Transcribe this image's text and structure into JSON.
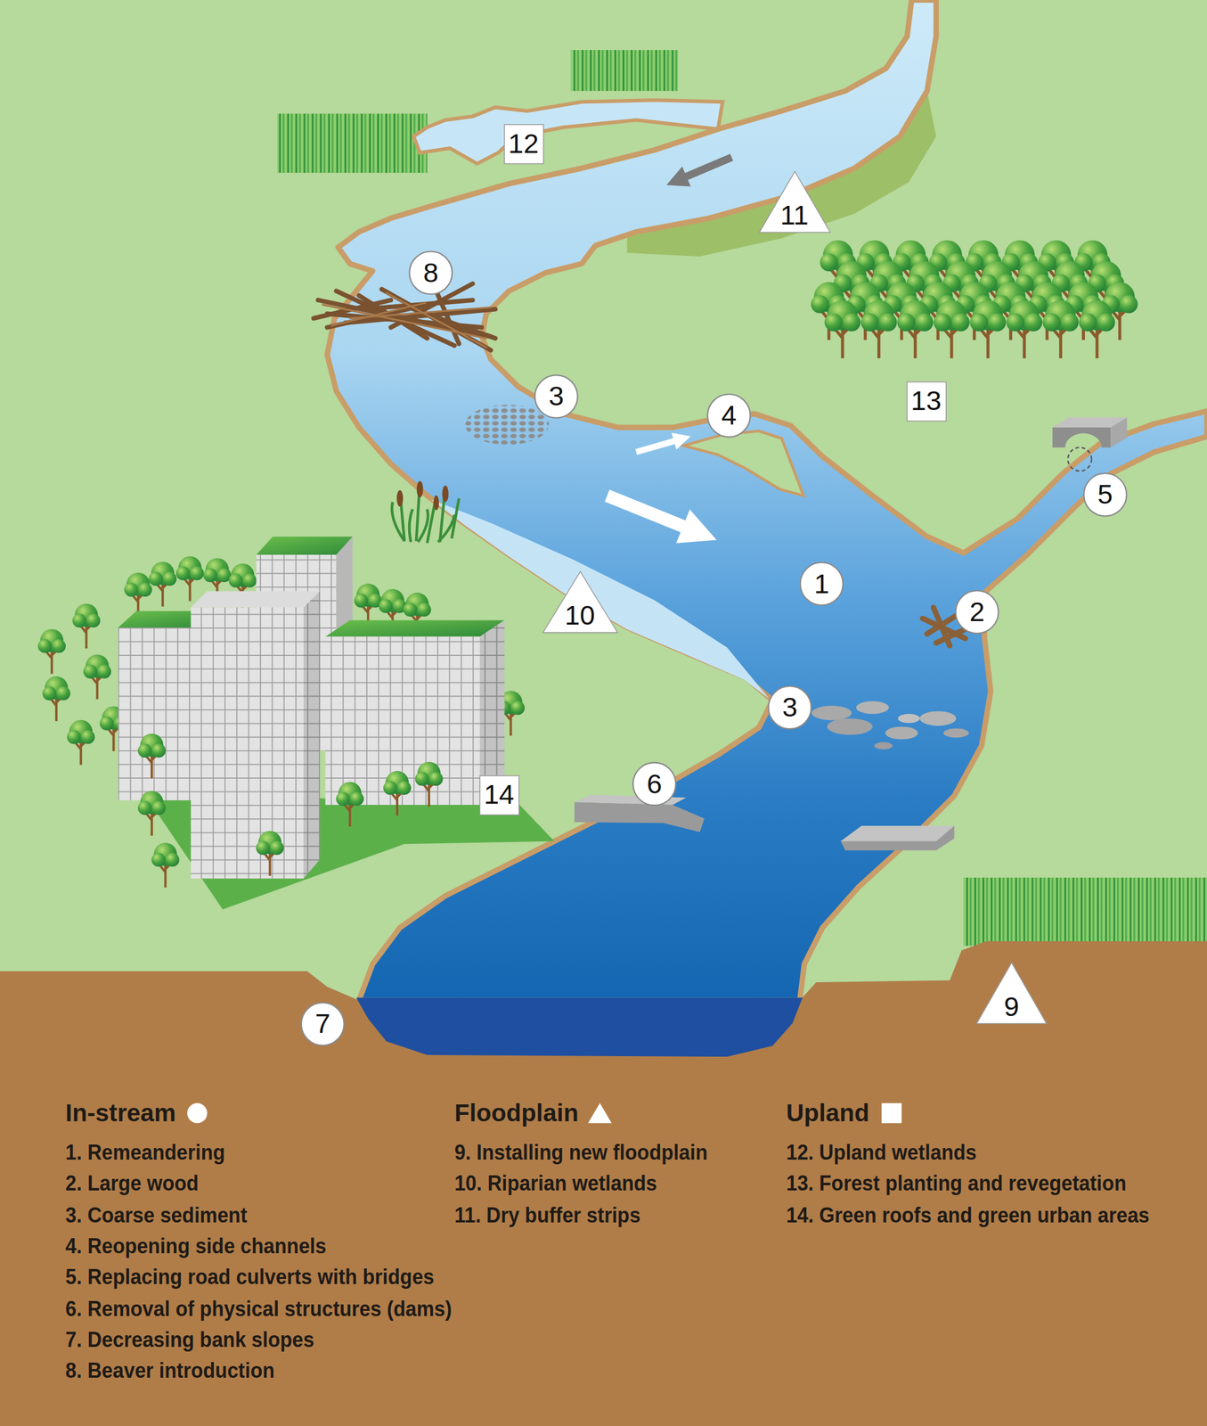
{
  "diagram": {
    "nodes": [
      {
        "text": [
          "12"
        ]
      },
      {
        "text": [
          "11"
        ]
      },
      {
        "text": [
          "8"
        ]
      },
      {
        "text": [
          "3"
        ]
      },
      {
        "text": [
          "4"
        ]
      },
      {
        "text": [
          "13"
        ]
      },
      {
        "text": [
          "5"
        ]
      },
      {
        "text": [
          "1"
        ]
      },
      {
        "text": [
          "10"
        ]
      },
      {
        "text": [
          "2"
        ]
      },
      {
        "text": [
          "3"
        ]
      },
      {
        "text": [
          "14"
        ]
      },
      {
        "text": [
          "6"
        ]
      },
      {
        "text": [
          "9"
        ]
      },
      {
        "text": [
          "7"
        ]
      }
    ],
    "labels": [
      "1. Remeandering",
      "2. Large wood",
      "3. Coarse sediment",
      "4. Reopening side channels",
      "5. Replacing road culverts with bridges",
      "6. Removal of physical structures (dams)",
      "7. Decreasing bank slopes",
      "8. Beaver introduction",
      "9. Installing new floodplain",
      "10. Riparian wetlands",
      "11. Dry buffer strips",
      "12. Upland wetlands",
      "13. Forest planting and revegetation",
      "14. Green roofs and green urban areas"
    ],
    "legend": [
      {
        "text": "In-stream"
      },
      {
        "text": "Floodplain"
      },
      {
        "text": "Upland"
      }
    ]
  }
}
